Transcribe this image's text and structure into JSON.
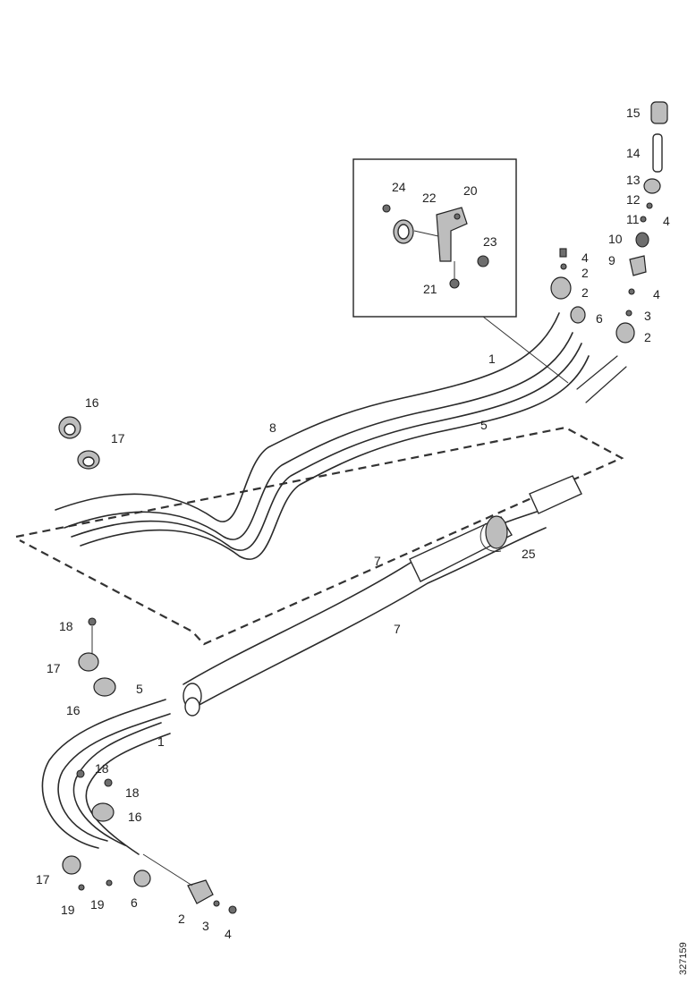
{
  "labels": {
    "l1a": "1",
    "l1b": "1",
    "l2a": "2",
    "l2b": "2",
    "l2c": "2",
    "l2d": "2",
    "l3a": "3",
    "l3b": "3",
    "l4a": "4",
    "l4b": "4",
    "l4c": "4",
    "l4d": "4",
    "l5a": "5",
    "l5b": "5",
    "l6a": "6",
    "l6b": "6",
    "l7a": "7",
    "l7b": "7",
    "l8": "8",
    "l9": "9",
    "l10": "10",
    "l11": "11",
    "l12": "12",
    "l13": "13",
    "l14": "14",
    "l15": "15",
    "l16a": "16",
    "l16b": "16",
    "l16c": "16",
    "l17a": "17",
    "l17b": "17",
    "l17c": "17",
    "l18a": "18",
    "l18b": "18",
    "l18c": "18",
    "l19a": "19",
    "l19b": "19",
    "l20": "20",
    "l21": "21",
    "l22": "22",
    "l23": "23",
    "l24": "24",
    "l25": "25"
  },
  "figure_ref": "327159"
}
